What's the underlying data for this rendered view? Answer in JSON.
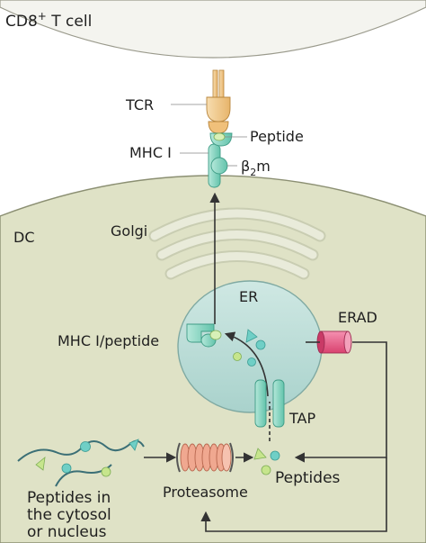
{
  "labels": {
    "cell_top": "CD8",
    "cell_top_sup": "+",
    "cell_top_rest": " T cell",
    "dc": "DC",
    "tcr": "TCR",
    "peptide": "Peptide",
    "mhc1": "MHC I",
    "b2m_beta": "β",
    "b2m_sub": "2",
    "b2m_m": "m",
    "golgi": "Golgi",
    "er": "ER",
    "erad": "ERAD",
    "mhc_peptide": "MHC I/peptide",
    "tap": "TAP",
    "peptides": "Peptides",
    "proteasome": "Proteasome",
    "cytosol_1": "Peptides in",
    "cytosol_2": "the cytosol",
    "cytosol_3": "or nucleus"
  },
  "colors": {
    "t_cell": "#f3f3ee",
    "dc_cell": "#dfe2c6",
    "golgi": "#e3e6d1",
    "er": "#bcdcd7",
    "tcr": "#f2c98b",
    "mhc": "#8fd6c4",
    "mhc_dark": "#5cbfa8",
    "erad": "#e8608a",
    "proteasome": "#f0a890",
    "peptide_green": "#c6e58c",
    "peptide_teal": "#6fcfc6",
    "arrow": "#333333"
  }
}
